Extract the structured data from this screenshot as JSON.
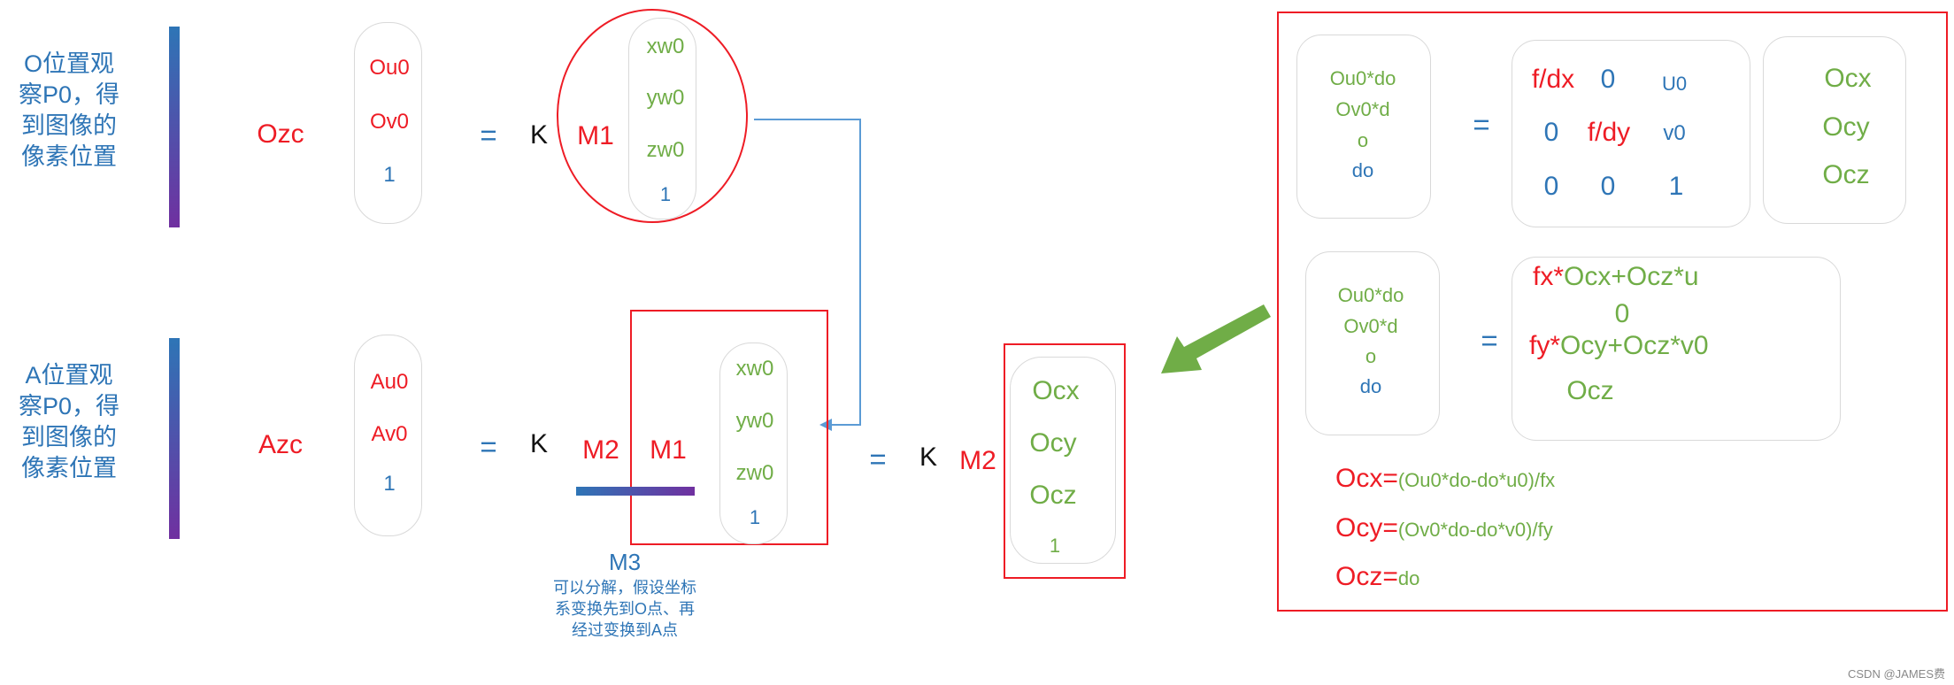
{
  "top_row": {
    "caption": "O位置观察P0，得到图像的像素位置",
    "lhs_scale": "Ozc",
    "lhs_vector": [
      "Ou0",
      "Ov0",
      "1"
    ],
    "equals": "=",
    "k": "K",
    "m1": "M1",
    "world_vector": [
      "xw0",
      "yw0",
      "zw0",
      "1"
    ]
  },
  "bottom_row": {
    "caption": "A位置观察P0，得到图像的像素位置",
    "lhs_scale": "Azc",
    "lhs_vector": [
      "Au0",
      "Av0",
      "1"
    ],
    "equals": "=",
    "k": "K",
    "m2": "M2",
    "m1": "M1",
    "world_vector": [
      "xw0",
      "yw0",
      "zw0",
      "1"
    ],
    "m3_title": "M3",
    "m3_note": "可以分解，假设坐标系变换先到O点、再经过变换到A点",
    "equals2": "=",
    "k2": "K",
    "m2b": "M2",
    "cam_vector": [
      "Ocx",
      "Ocy",
      "Ocz",
      "1"
    ]
  },
  "derivation": {
    "lhs1": [
      "Ou0*do",
      "Ov0*d",
      "o",
      "do"
    ],
    "equals": "=",
    "intrinsic": {
      "row1": [
        "f/dx",
        "0",
        "U0"
      ],
      "row2": [
        "0",
        "f/dy",
        "v0"
      ],
      "row3": [
        "0",
        "0",
        "1"
      ]
    },
    "cam_vector": [
      "Ocx",
      "Ocy",
      "Ocz"
    ],
    "lhs2": [
      "Ou0*do",
      "Ov0*d",
      "o",
      "do"
    ],
    "rhs2": {
      "line1_a": "fx*",
      "line1_b": "Ocx+Ocz*u",
      "line2": "0",
      "line3_a": "fy*",
      "line3_b": "Ocy+Ocz*v0",
      "line4": "Ocz"
    },
    "solutions": [
      {
        "var": "Ocx=",
        "expr": "(Ou0*do-do*u0)/fx"
      },
      {
        "var": "Ocy=",
        "expr": "(Ov0*do-do*v0)/fy"
      },
      {
        "var": "Ocz=",
        "expr": "do"
      }
    ]
  },
  "watermark": "CSDN @JAMES费",
  "colors": {
    "red": "#ee1c25",
    "green": "#70ad47",
    "blue": "#2e75b6",
    "purple": "#7030a0"
  }
}
